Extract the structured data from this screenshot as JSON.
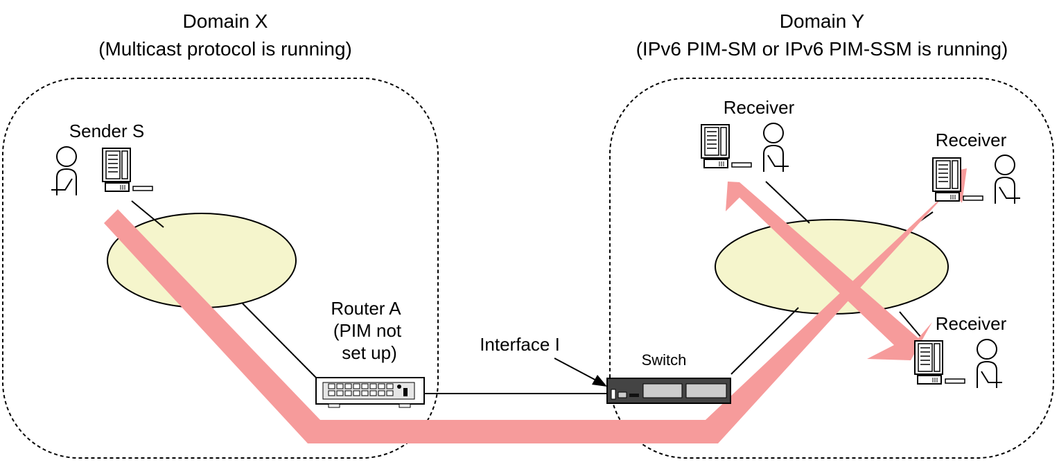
{
  "domain_x": {
    "title": "Domain X",
    "subtitle": "(Multicast protocol is running)",
    "sender_label": "Sender S",
    "router_label_line1": "Router A",
    "router_label_line2": "(PIM not",
    "router_label_line3": "set up)"
  },
  "domain_y": {
    "title": "Domain Y",
    "subtitle": "(IPv6 PIM-SM or IPv6 PIM-SSM is running)",
    "receiver_top_label": "Receiver",
    "receiver_right_label": "Receiver",
    "receiver_bottom_label": "Receiver",
    "switch_label": "Switch"
  },
  "interface_label": "Interface I",
  "colors": {
    "multicast_path": "#f69b9b",
    "network_cloud": "#f5f5cc",
    "domain_border": "#000000"
  }
}
